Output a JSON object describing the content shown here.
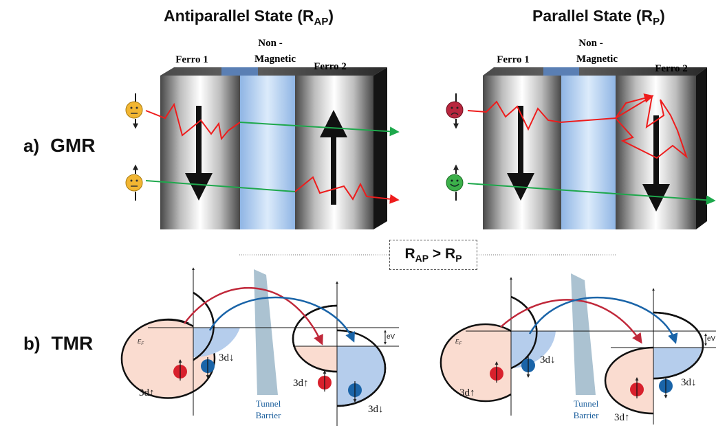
{
  "headers": {
    "antiparallel": {
      "text": "Antiparallel State (R",
      "sub": "AP",
      "close": ")"
    },
    "parallel": {
      "text": "Parallel State (R",
      "sub": "P",
      "close": ")"
    }
  },
  "rows": {
    "gmr": {
      "letter": "a)",
      "label": "GMR"
    },
    "tmr": {
      "letter": "b)",
      "label": "TMR"
    }
  },
  "layers": {
    "ferro1": "Ferro 1",
    "nonmagnetic_1": "Non -",
    "nonmagnetic_2": "Magnetic",
    "ferro2": "Ferro 2"
  },
  "inequality": {
    "r1": "R",
    "s1": "AP",
    "op": " > ",
    "r2": "R",
    "s2": "P"
  },
  "band": {
    "ef": "E",
    "ef_sub": "F",
    "ev": "eV",
    "d_up": "3d↑",
    "d_down": "3d↓",
    "tunnel_1": "Tunnel",
    "tunnel_2": "Barrier"
  },
  "states": {
    "antiparallel": {
      "magnetization": [
        "down",
        "up"
      ],
      "spin_down_face": "neutral",
      "spin_up_face": "neutral"
    },
    "parallel": {
      "magnetization": [
        "down",
        "down"
      ],
      "spin_down_face": "sad",
      "spin_up_face": "happy"
    }
  },
  "colors": {
    "spin_up": "#d8202c",
    "spin_down": "#1a64a8",
    "scatter_path": "#ee1c1c",
    "straight_path": "#1ea84c",
    "face_neutral": "#f2b632",
    "face_sad": "#b8263e",
    "face_happy": "#3cb04a",
    "nonmagnetic": "#a9c8ee",
    "dos_up": "#fadcd0",
    "dos_down": "#b5cdec",
    "barrier": "#8fadc2"
  }
}
